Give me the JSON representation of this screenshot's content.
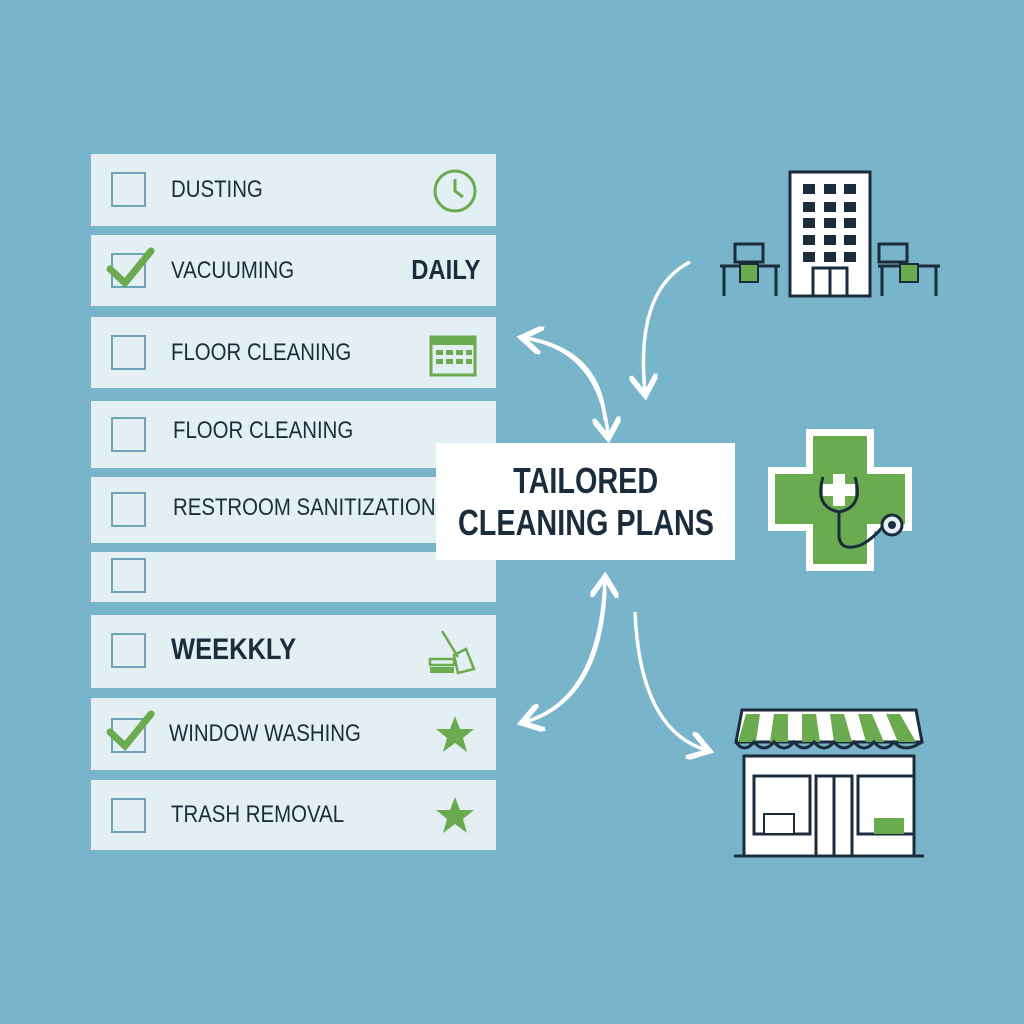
{
  "checklist": [
    {
      "label": "DUSTING",
      "checked": false,
      "icon": "clock-icon"
    },
    {
      "label": "VACUUMING",
      "checked": true,
      "tag": "DAILY"
    },
    {
      "label": "FLOOR CLEANING",
      "checked": false,
      "icon": "calendar-icon"
    },
    {
      "label": "FLOOR CLEANING",
      "checked": false
    },
    {
      "label": "RESTROOM SANITIZATION",
      "checked": false
    },
    {
      "label": "",
      "checked": false
    },
    {
      "label": "WEEKKLY",
      "checked": false,
      "icon": "broom-icon"
    },
    {
      "label": "WINDOW WASHING",
      "checked": true,
      "icon": "star-icon"
    },
    {
      "label": "TRASH REMOVAL",
      "checked": false,
      "icon": "star-icon"
    }
  ],
  "center": {
    "line1": "TAILORED",
    "line2": "CLEANING PLANS"
  },
  "sectors": [
    "office-building-icon",
    "medical-cross-icon",
    "storefront-icon"
  ],
  "colors": {
    "background": "#78b5ca",
    "row": "#e3eff2",
    "accent": "#6aab4f",
    "text": "#1b2d3c"
  }
}
